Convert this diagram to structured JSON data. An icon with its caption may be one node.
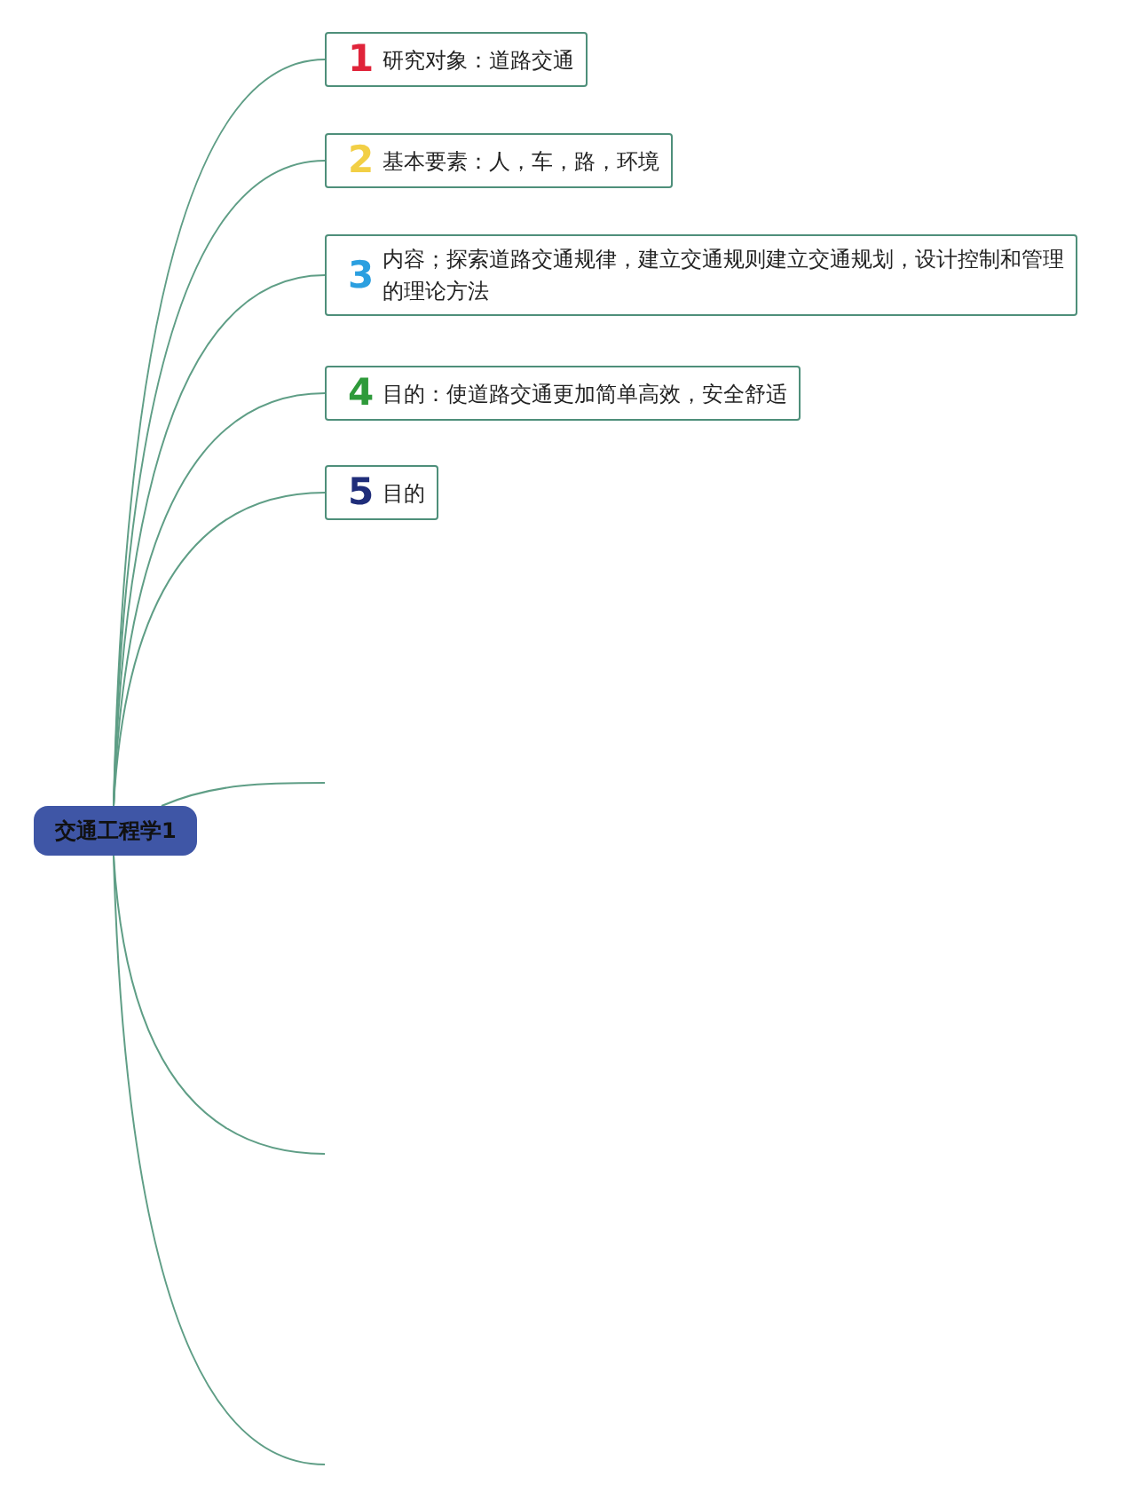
{
  "diagram": {
    "nodes": [
      {
        "text": [
          "交通工程学1"
        ]
      },
      {
        "text": [
          "1",
          "研究对象：道路交通"
        ]
      },
      {
        "text": [
          "2",
          "基本要素：人，车，路，环境"
        ]
      },
      {
        "text": [
          "3",
          "内容；探索道路交通规律，建立交通规则建立交通规划，设计控制和管理的理论方法"
        ]
      },
      {
        "text": [
          "4",
          "目的：使道路交通更加简单高效，安全舒适"
        ]
      },
      {
        "text": [
          "5",
          "目的"
        ]
      }
    ],
    "edges": [
      {
        "from": 0,
        "to": 1,
        "arrow": "none"
      },
      {
        "from": 0,
        "to": 2,
        "arrow": "none"
      },
      {
        "from": 0,
        "to": 3,
        "arrow": "none"
      },
      {
        "from": 0,
        "to": 4,
        "arrow": "none"
      },
      {
        "from": 0,
        "to": 5,
        "arrow": "none"
      },
      {
        "from": 0,
        "to": null,
        "arrow": "none"
      },
      {
        "from": 0,
        "to": null,
        "arrow": "none"
      },
      {
        "from": 0,
        "to": null,
        "arrow": "none"
      }
    ]
  }
}
